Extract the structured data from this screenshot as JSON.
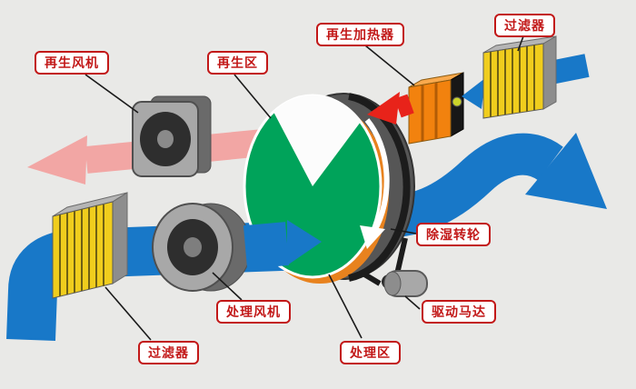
{
  "diagram": {
    "labels": {
      "regen_fan": "再生风机",
      "regen_zone": "再生区",
      "regen_heater": "再生加热器",
      "filter_top": "过滤器",
      "wheel": "除湿转轮",
      "motor": "驱动马达",
      "process_fan": "处理风机",
      "process_zone": "处理区",
      "filter_bottom": "过滤器"
    },
    "colors": {
      "background": "#e9e9e7",
      "process_air_blue": "#1878c8",
      "regen_exhaust_pink": "#f2a6a4",
      "hot_air_red": "#e8231a",
      "wheel_green": "#00a35a",
      "wheel_rim_orange": "#e8821e",
      "heater_orange": "#f2820e",
      "filter_yellow": "#f0cd1d",
      "label_red": "#c21818"
    }
  }
}
